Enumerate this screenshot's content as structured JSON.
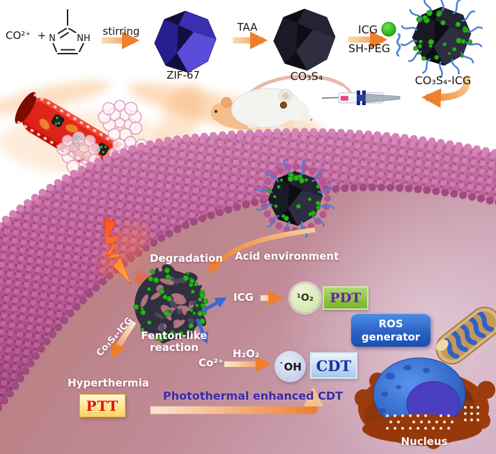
{
  "figure": {
    "type": "nanomedicine-mechanism-schematic"
  },
  "colors": {
    "arrow_orange": "#ed7f2e",
    "membrane_pink": "#c76ca6",
    "icg_green": "#2db31e",
    "peg_blue": "#4a7fd4",
    "zif_purple": "#4b3fc6",
    "co3s4_dark": "#23232f",
    "vessel_red": "#d81408",
    "pdt_green": "#77b42c",
    "pdt_text_purple": "#681fae",
    "ros_blue": "#2a62c4",
    "cdt_text_blue": "#1b2fa0",
    "ptt_yellow": "#ffd35e",
    "ptt_text_red": "#e01212",
    "photothermal_text": "#3a2aa8",
    "nucleus_blue": "#2f6fd8",
    "er_rust": "#9c3c0c"
  },
  "synthesis": {
    "reactant": "CO²⁺  +",
    "imidazole_n": "N",
    "imidazole_nh": "NH",
    "stirring_label": "stirring",
    "zif67_label": "ZIF-67",
    "taa_label": "TAA",
    "icg_label": "ICG",
    "shpeg_label": "SH-PEG",
    "co3s4_label": "CO₃S₄",
    "product_label": "CO₃S₄-ICG"
  },
  "cell": {
    "acid_label": "Acid environment",
    "degradation_label": "Degradation",
    "np_label": "Co₃S₄-ICG",
    "fenton_line1": "Fenton-like",
    "fenton_line2": "reaction",
    "icg_label": "ICG",
    "singlet_oxygen": "¹O₂",
    "pdt_label": "PDT",
    "ros_line1": "ROS",
    "ros_line2": "generator",
    "cobalt_ion": "Co²⁺",
    "h2o2": "H₂O₂",
    "hydroxyl": "˙OH",
    "cdt_label": "CDT",
    "hyperthermia_label": "Hyperthermia",
    "ptt_label": "PTT",
    "photothermal_label": "Photothermal enhanced CDT",
    "nucleus_label": "Nucleus"
  }
}
